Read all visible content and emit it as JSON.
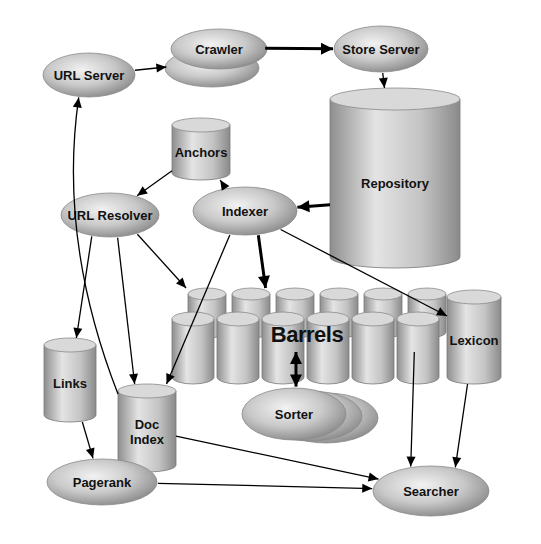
{
  "diagram": {
    "nodes": [
      {
        "text": [
          "URL Server"
        ]
      },
      {
        "text": [
          "Crawler"
        ]
      },
      {
        "text": [
          "Store Server"
        ]
      },
      {
        "text": [
          "Anchors"
        ]
      },
      {
        "text": [
          "Repository"
        ]
      },
      {
        "text": [
          "URL Resolver"
        ]
      },
      {
        "text": [
          "Indexer"
        ]
      },
      {
        "text": [
          "Barrels"
        ]
      },
      {
        "text": [
          "Lexicon"
        ]
      },
      {
        "text": [
          "Links"
        ]
      },
      {
        "text": [
          "Doc Index"
        ]
      },
      {
        "text": [
          "Sorter"
        ]
      },
      {
        "text": [
          "Pagerank"
        ]
      },
      {
        "text": [
          "Searcher"
        ]
      }
    ],
    "edges": [
      {
        "from": 0,
        "to": 1,
        "arrow": "to"
      },
      {
        "from": 1,
        "to": 2,
        "arrow": "to"
      },
      {
        "from": 2,
        "to": 4,
        "arrow": "to"
      },
      {
        "from": 4,
        "to": 6,
        "arrow": "to"
      },
      {
        "from": 6,
        "to": 3,
        "arrow": "to"
      },
      {
        "from": 3,
        "to": 5,
        "arrow": "to"
      },
      {
        "from": 6,
        "to": 7,
        "arrow": "to"
      },
      {
        "from": 6,
        "to": 8,
        "arrow": "to"
      },
      {
        "from": 6,
        "to": 10,
        "arrow": "to"
      },
      {
        "from": 5,
        "to": 9,
        "arrow": "to"
      },
      {
        "from": 5,
        "to": 10,
        "arrow": "to"
      },
      {
        "from": 5,
        "to": 7,
        "arrow": "to"
      },
      {
        "from": 10,
        "to": 0,
        "arrow": "to"
      },
      {
        "from": 9,
        "to": 12,
        "arrow": "to"
      },
      {
        "from": 12,
        "to": 13,
        "arrow": "to"
      },
      {
        "from": 10,
        "to": 13,
        "arrow": "to"
      },
      {
        "from": 8,
        "to": 13,
        "arrow": "to"
      },
      {
        "from": 7,
        "to": 13,
        "arrow": "to"
      },
      {
        "from": 11,
        "to": 7,
        "arrow": "both"
      }
    ]
  }
}
